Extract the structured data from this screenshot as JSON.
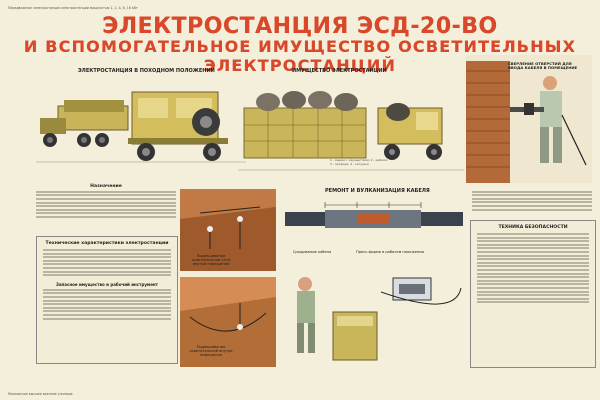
{
  "poster": {
    "top_left_note": "Передвижные электростанции электростанции мощностью 1, 2, 4, 8, 16 кВт",
    "top_right_note": "",
    "title_line1": "ЭЛЕКТРОСТАНЦИЯ ЭСД-20-ВО",
    "title_line2": "И ВСПОМОГАТЕЛЬНОЕ ИМУЩЕСТВО ОСВЕТИТЕЛЬНЫХ ЭЛЕКТРОСТАНЦИЙ",
    "label_march": "ЭЛЕКТРОСТАНЦИЯ В ПОХОДНОМ ПОЛОЖЕНИИ",
    "label_equipment": "ИМУЩЕСТВО ЭЛЕКТРОСТАНЦИИ",
    "label_drilling": "СВЕРЛЕНИЕ ОТВЕРСТИЙ ДЛЯ ВВОДА КАБЕЛЯ В ПОМЕЩЕНИЕ",
    "label_repair": "РЕМОНТ И ВУЛКАНИЗАЦИЯ КАБЕЛЯ",
    "label_purpose": "Назначение",
    "label_specs": "Технические характеристики электростанции",
    "label_safety": "ТЕХНИКА БЕЗОПАСНОСТИ",
    "label_reserve": "Запасное имущество и рабочий инструмент",
    "cap_wall_1": "Подвешивание осветительной сети внутри помещения",
    "cap_wall_2": "Подвешивание осветительной внутри помещения",
    "cap_cable_splice": "Сращивание кабеля",
    "cap_press": "Пресс-форма в рабочем положении",
    "legend_equipment": "1 - ящики с имуществом; 2 - кабели; 3 - провода; 4 - катушки",
    "bottom_note": "Московское высшее военное училище"
  }
}
